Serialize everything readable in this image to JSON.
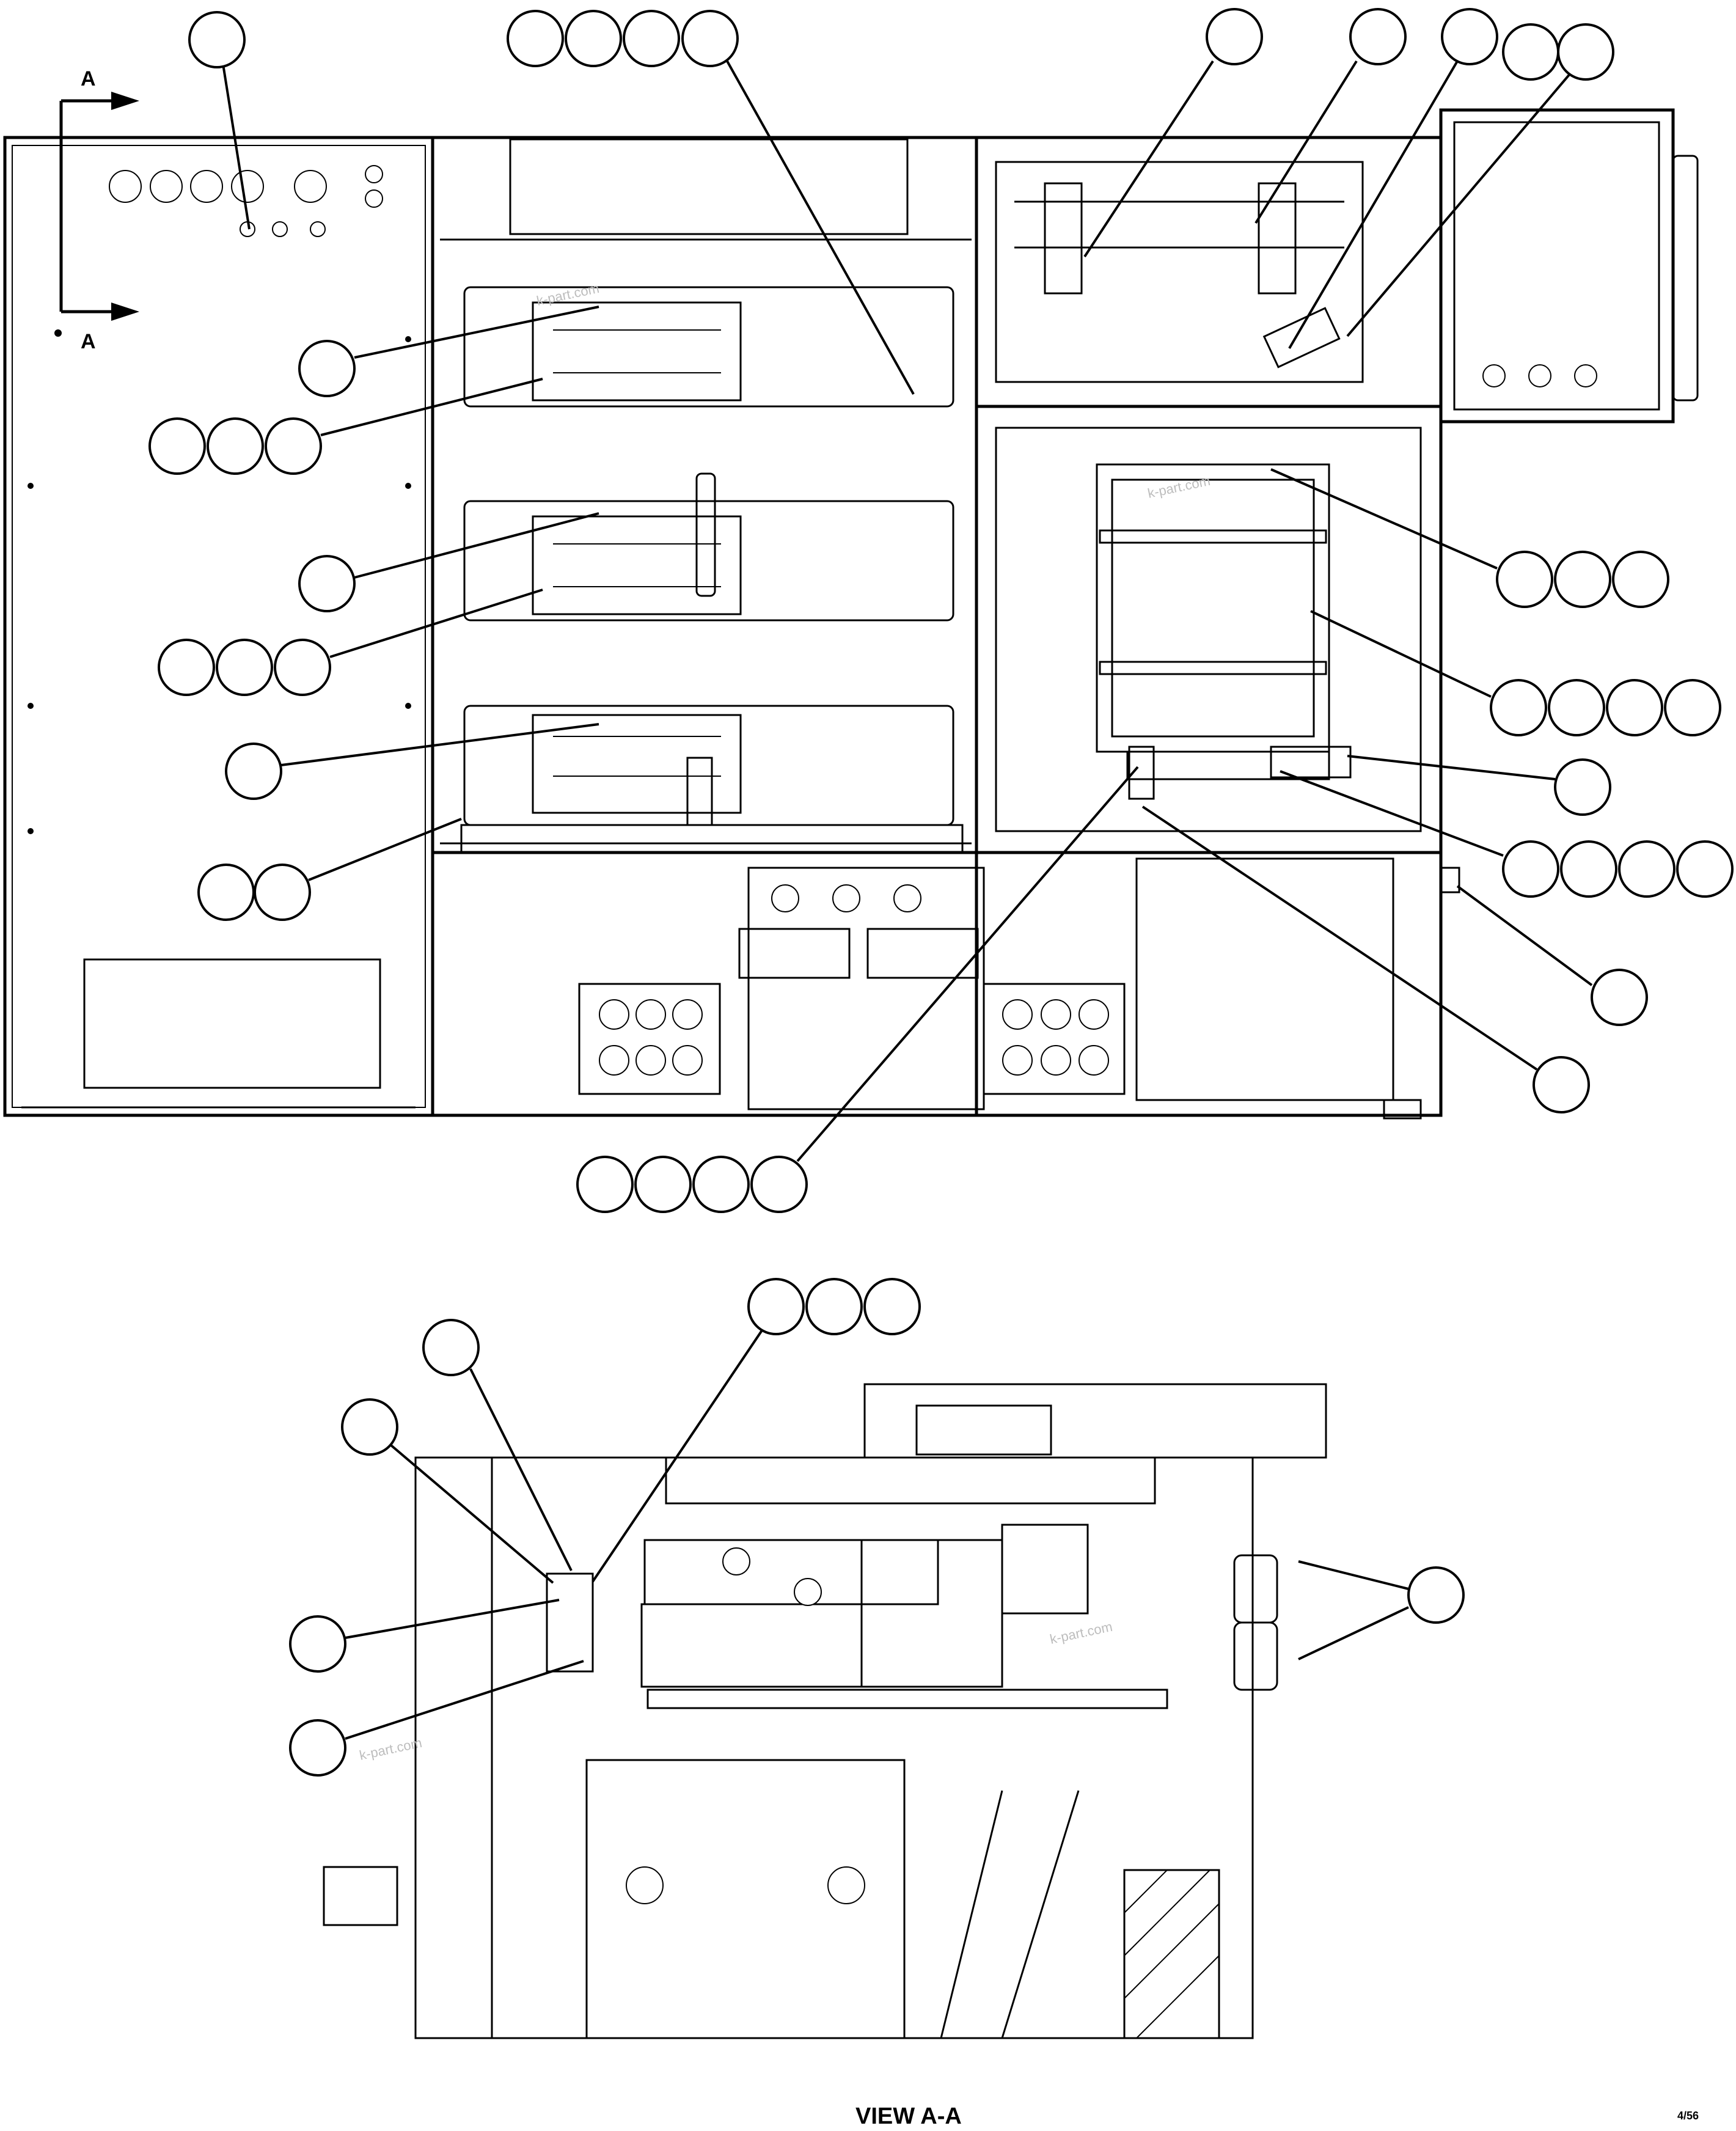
{
  "drawing": {
    "section_label": "A",
    "view_caption": "VIEW A-A",
    "sheet_code": "4/56",
    "watermark": "k-part.com"
  },
  "callout_groups_main": [
    {
      "id": "g1",
      "count": 1
    },
    {
      "id": "g2",
      "count": 4
    },
    {
      "id": "g3",
      "count": 1
    },
    {
      "id": "g4",
      "count": 1
    },
    {
      "id": "g5",
      "count": 3
    },
    {
      "id": "g6",
      "count": 1
    },
    {
      "id": "g7",
      "count": 3
    },
    {
      "id": "g8",
      "count": 1
    },
    {
      "id": "g9",
      "count": 3
    },
    {
      "id": "g10",
      "count": 1
    },
    {
      "id": "g11",
      "count": 2
    },
    {
      "id": "g12",
      "count": 3
    },
    {
      "id": "g13",
      "count": 4
    },
    {
      "id": "g14",
      "count": 1
    },
    {
      "id": "g15",
      "count": 4
    },
    {
      "id": "g16",
      "count": 1
    },
    {
      "id": "g17",
      "count": 1
    },
    {
      "id": "g18",
      "count": 4
    }
  ],
  "callout_groups_view": [
    {
      "id": "v1",
      "count": 1
    },
    {
      "id": "v2",
      "count": 1
    },
    {
      "id": "v3",
      "count": 3
    },
    {
      "id": "v4",
      "count": 1
    },
    {
      "id": "v5",
      "count": 1
    },
    {
      "id": "v6",
      "count": 1
    }
  ],
  "icons": [
    "section-arrow-icon",
    "callout-bubble-icon",
    "leader-line-icon"
  ]
}
